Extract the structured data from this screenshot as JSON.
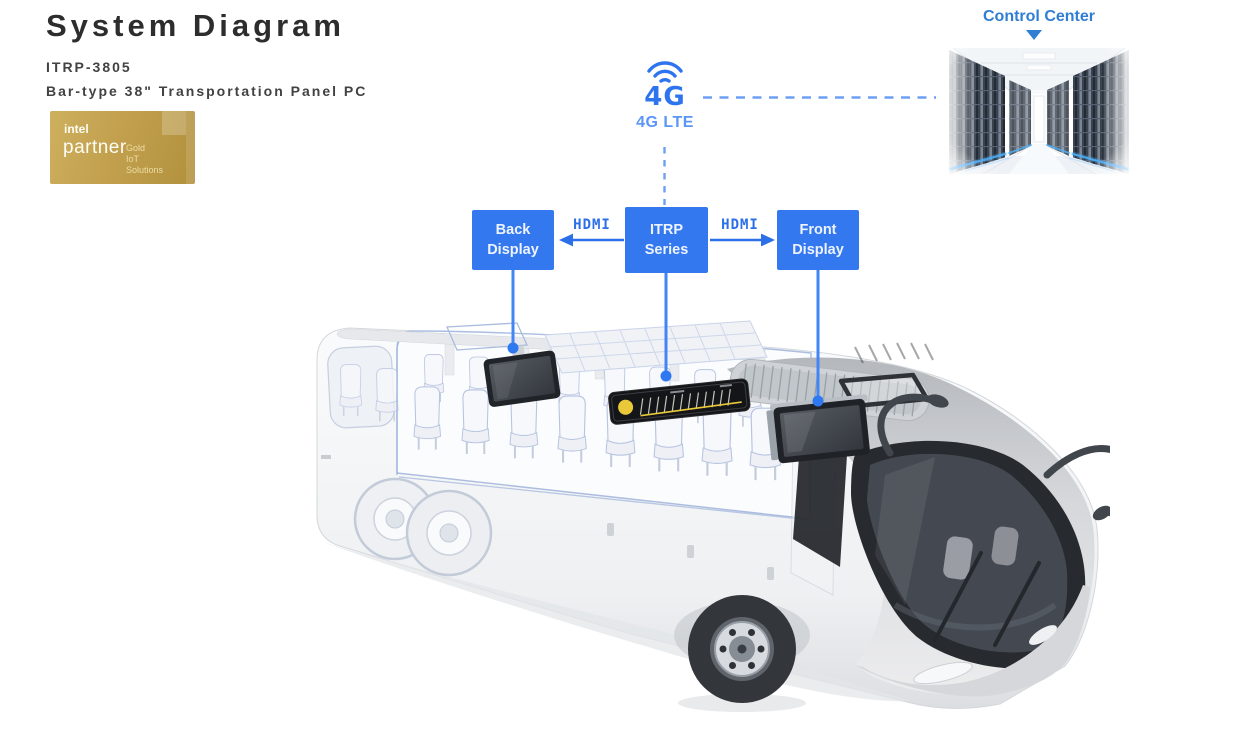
{
  "page": {
    "title": "System Diagram",
    "model": "ITRP-3805",
    "product": "Bar-type 38\" Transportation Panel PC"
  },
  "intel_badge": {
    "brand": "intel",
    "program": "partner",
    "tier": "Gold",
    "segment": "IoT",
    "suffix": "Solutions"
  },
  "network": {
    "icon": "wifi-signal-icon",
    "badge": "4G",
    "label": "4G LTE"
  },
  "control_center": {
    "label": "Control Center",
    "image": "server-room-corridor"
  },
  "flow": {
    "nodes": [
      {
        "id": "back-display",
        "label": "Back Display"
      },
      {
        "id": "itrp-series",
        "label": "ITRP Series"
      },
      {
        "id": "front-display",
        "label": "Front Display"
      }
    ],
    "links": [
      {
        "from": "itrp-series",
        "to": "back-display",
        "label": "HDMI",
        "style": "arrow"
      },
      {
        "from": "itrp-series",
        "to": "front-display",
        "label": "HDMI",
        "style": "arrow"
      },
      {
        "from": "itrp-series",
        "to": "4g-lte",
        "style": "dashed"
      },
      {
        "from": "4g-lte",
        "to": "control-center",
        "style": "dashed"
      }
    ]
  },
  "colors": {
    "node_blue": "#3478f0",
    "hdmi_blue": "#2d6fe8",
    "network_blue": "#2e74ee",
    "network_label_blue": "#5b96f4",
    "control_center_blue": "#2f7ed3",
    "connector_blue": "#4285f4",
    "badge_gold": "#c2a04e",
    "bar_display_yellow": "#e9c93a"
  }
}
